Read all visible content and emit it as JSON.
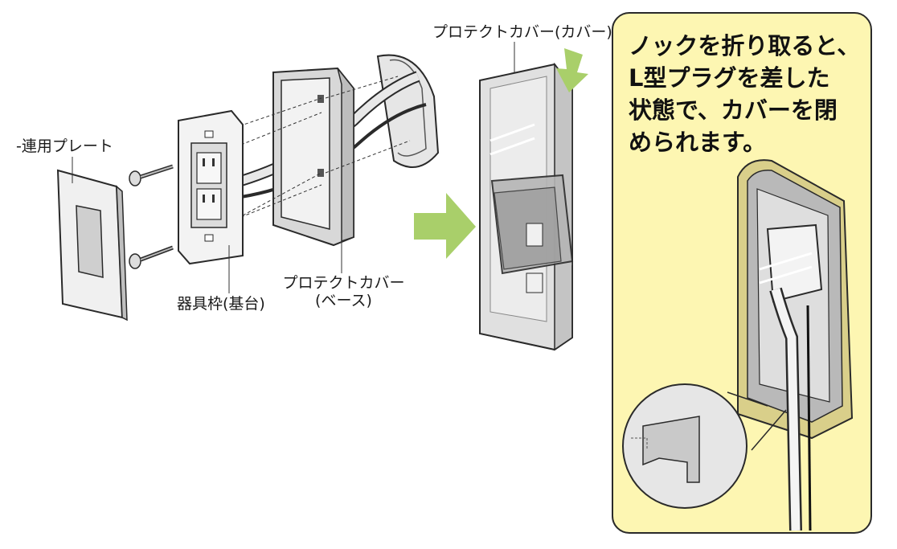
{
  "labels": {
    "plate": "-連用プレート",
    "frame": "器具枠(基台)",
    "cover_top": "プロテクトカバー(カバー)",
    "base_line1": "プロテクトカバー",
    "base_line2": "(ベース)"
  },
  "callout": {
    "lines": [
      "ノックを折り取ると、",
      "L型プラグを差した",
      "状態で、カバーを閉",
      "められます。"
    ]
  },
  "colors": {
    "arrow_green": "#a9cf6a",
    "callout_bg": "#fdf6b2",
    "cover_gray": "#d8d8d8",
    "outline": "#2a2a2a",
    "frame_tan": "#d9cf8a"
  }
}
